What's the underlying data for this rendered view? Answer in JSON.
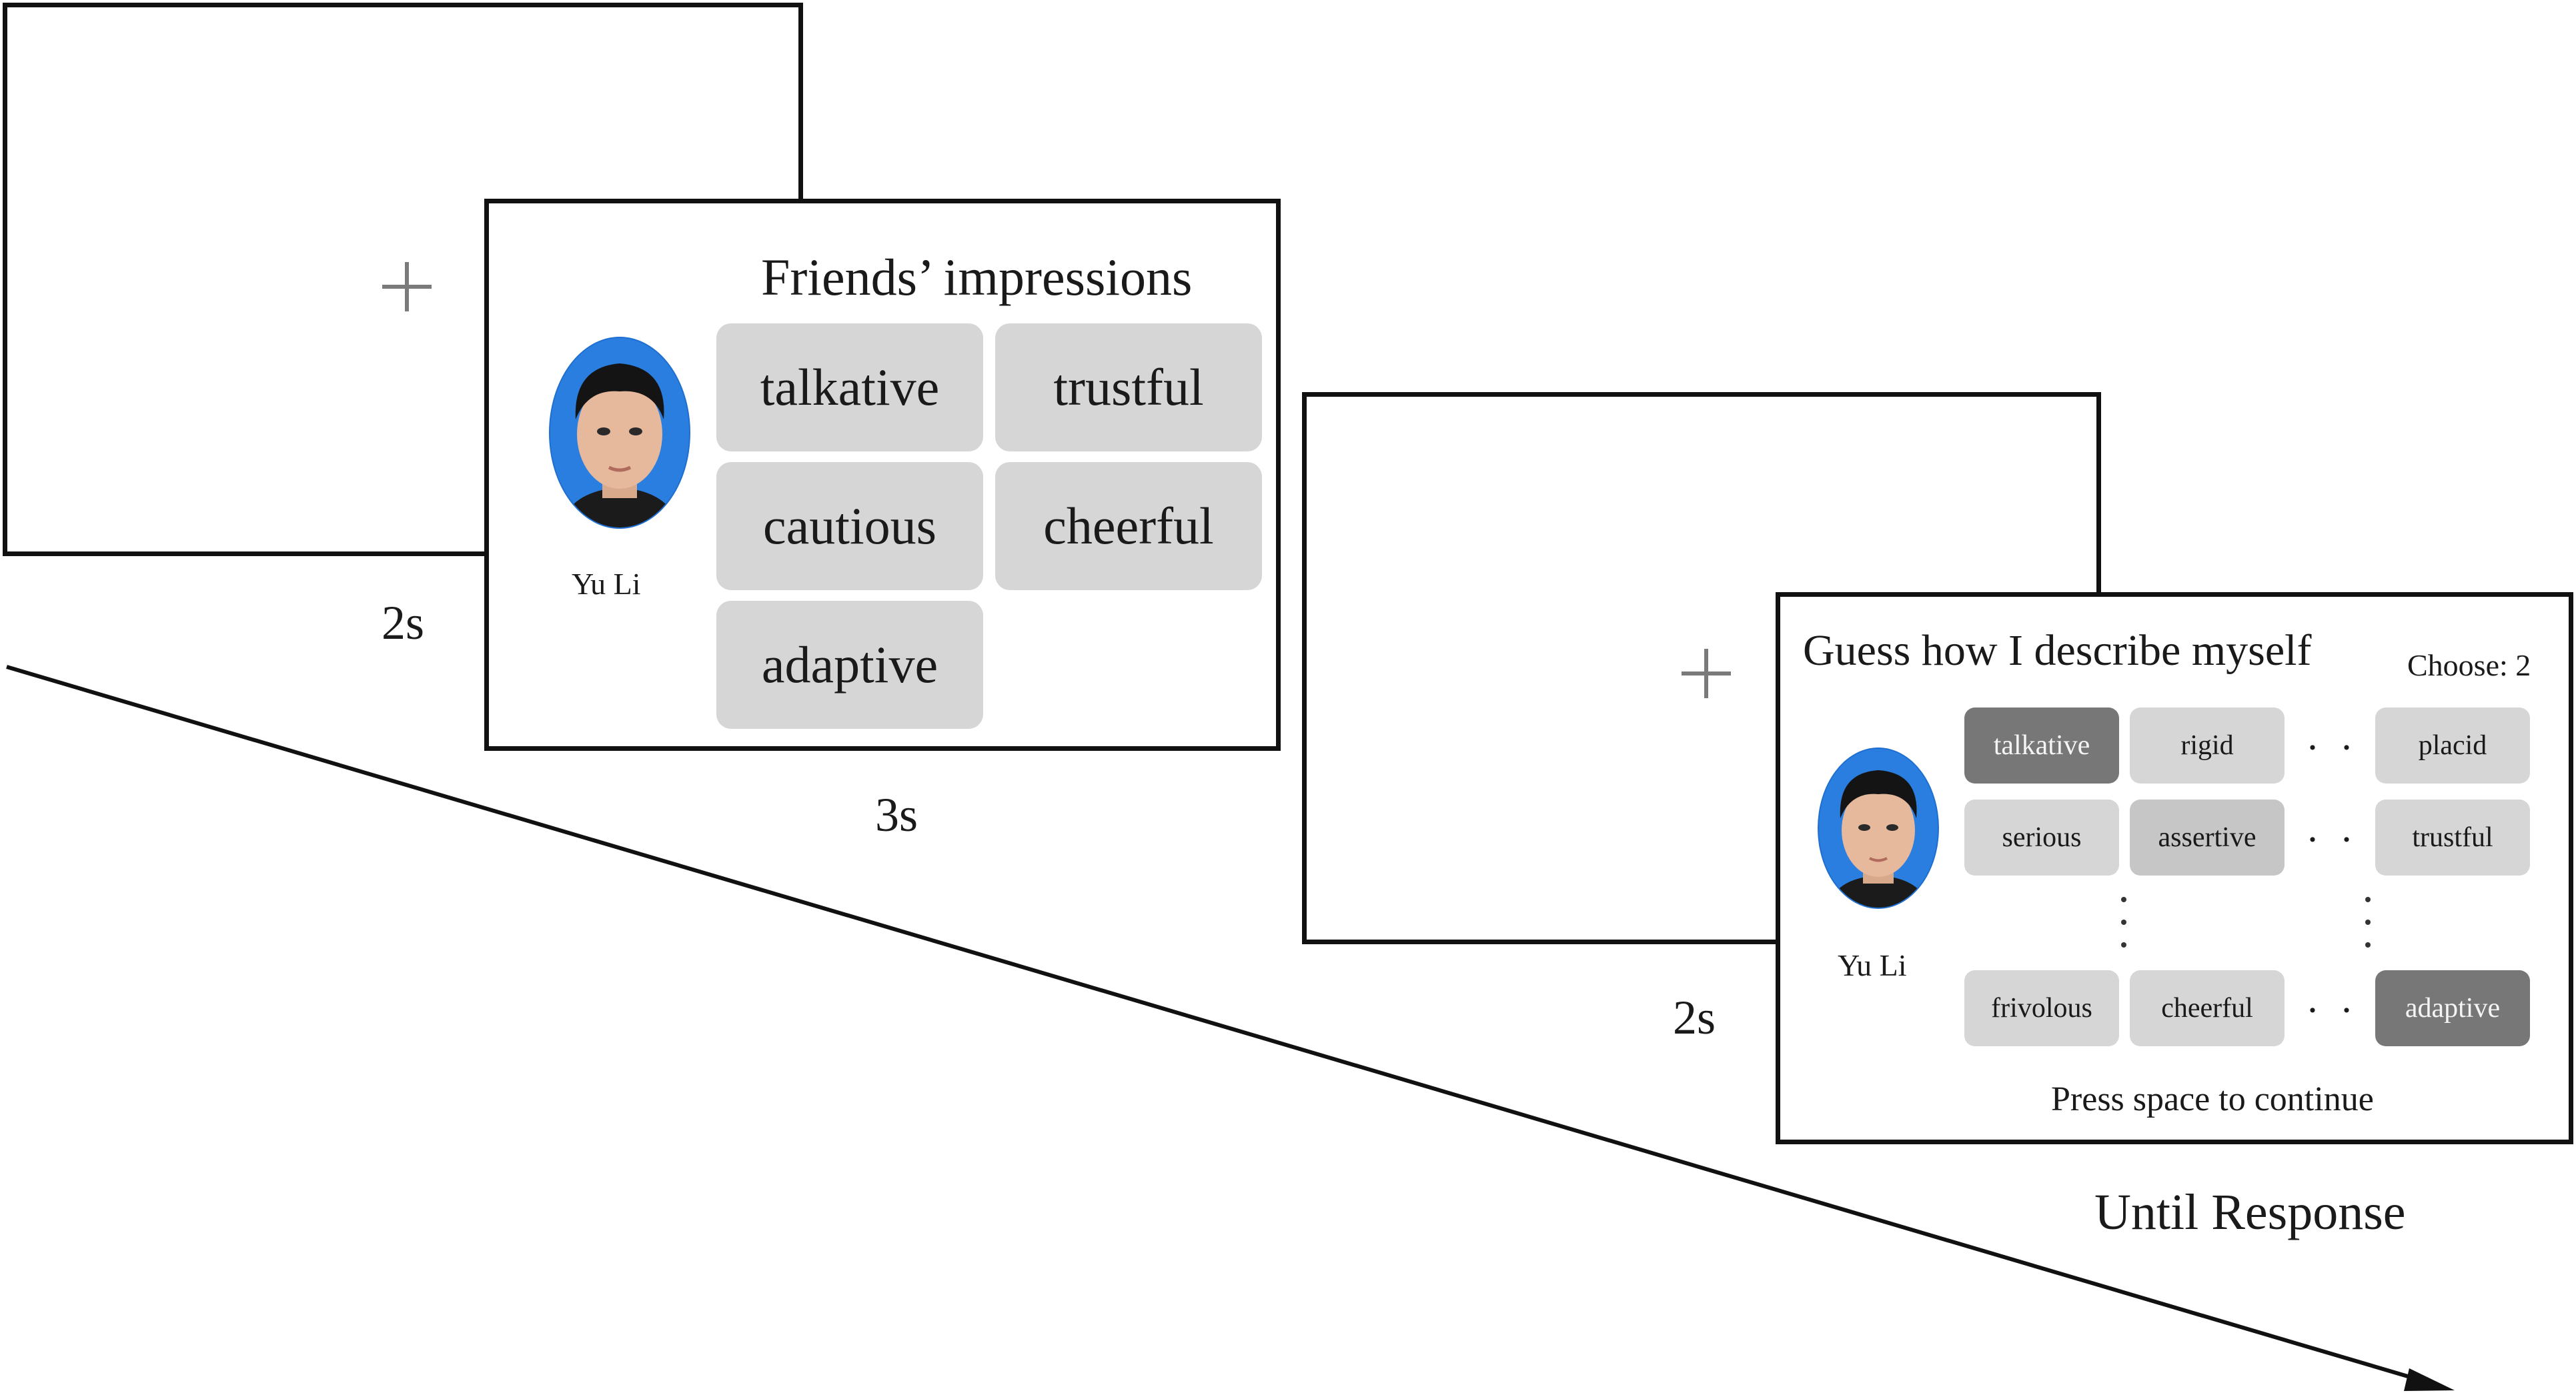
{
  "trial": {
    "fixation_1": {
      "icon": "plus-icon",
      "duration": "2s"
    },
    "friends_screen": {
      "title": "Friends’ impressions",
      "participant_name": "Yu Li",
      "traits": [
        "talkative",
        "trustful",
        "cautious",
        "cheerful",
        "adaptive"
      ],
      "duration": "3s"
    },
    "fixation_2": {
      "icon": "plus-icon",
      "duration": "2s"
    },
    "guess_screen": {
      "title": "Guess how I describe myself",
      "choose_label": "Choose: 2",
      "participant_name": "Yu Li",
      "rows": [
        [
          "talkative",
          "rigid",
          "placid"
        ],
        [
          "serious",
          "assertive",
          "trustful"
        ],
        [
          "frivolous",
          "cheerful",
          "adaptive"
        ]
      ],
      "selected": [
        "talkative",
        "adaptive"
      ],
      "ellipsis": "· · ·",
      "instruction": "Press space to continue",
      "duration": "Until Response"
    }
  },
  "colors": {
    "chip": "#d6d6d6",
    "chip_selected": "#777777",
    "frame": "#111111",
    "photo_background": "#1e6fd0"
  }
}
